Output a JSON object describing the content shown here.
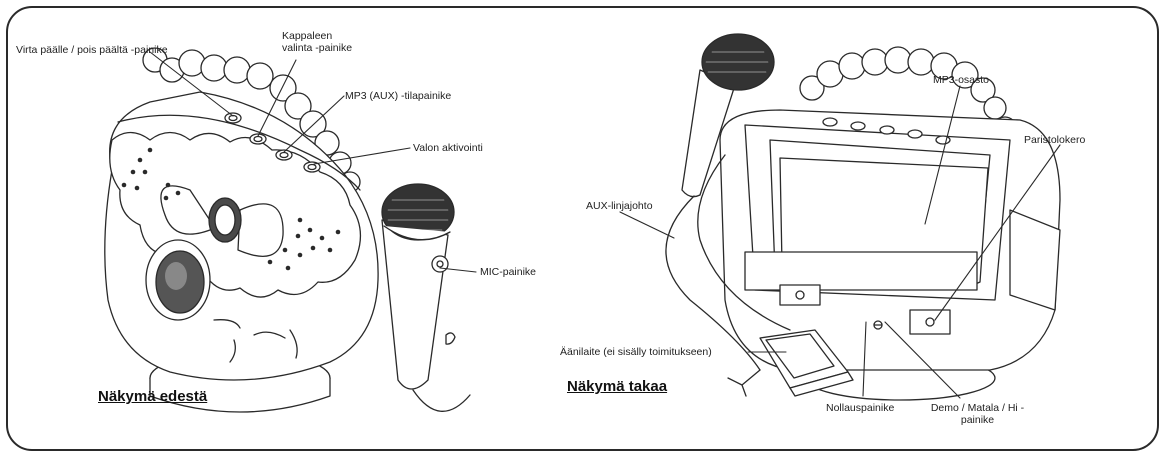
{
  "front_view": {
    "title": "Näkymä edestä",
    "labels": {
      "power": "Virta päälle / pois päältä -painike",
      "track_select": "Kappaleen valinta -painike",
      "mp3_aux_mode": "MP3 (AUX) -tilapainike",
      "light": "Valon aktivointi",
      "mic": "MIC-painike"
    }
  },
  "back_view": {
    "title": "Näkymä takaa",
    "labels": {
      "mp3_compartment": "MP3-osasto",
      "battery": "Paristolokero",
      "aux_cable": "AUX-linjajohto",
      "audio_device": "Äänilaite (ei sisälly toimitukseen)",
      "reset": "Nollauspainike",
      "demo": "Demo / Matala / Hi -painike"
    }
  },
  "colors": {
    "line": "#2a2a2a",
    "body": "#ffffff",
    "speaker": "#555555"
  }
}
